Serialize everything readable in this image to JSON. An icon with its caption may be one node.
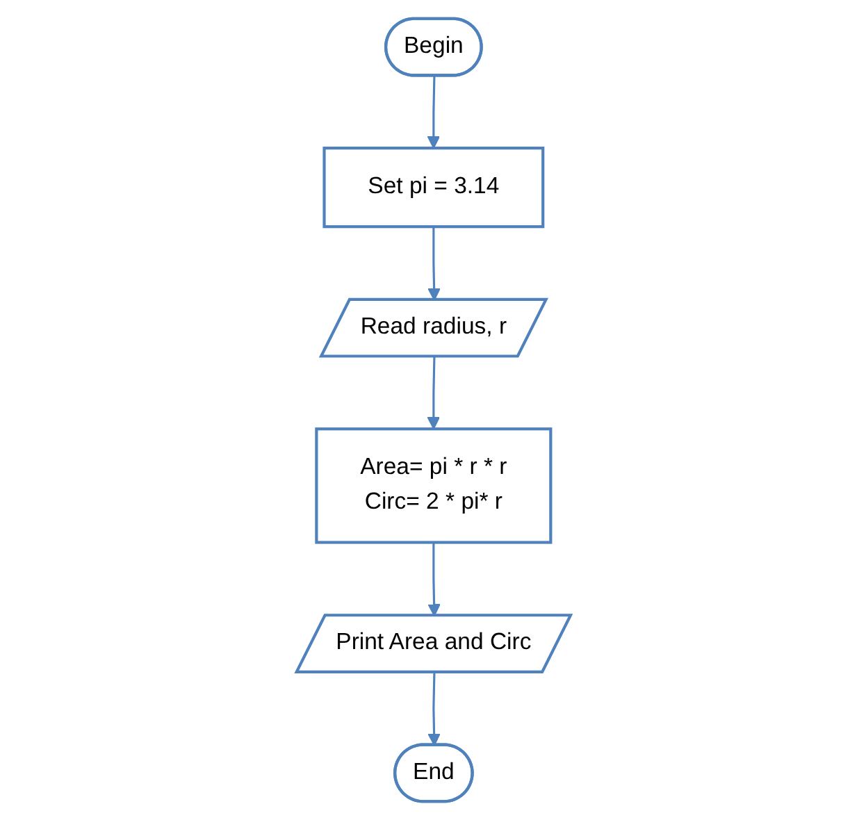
{
  "diagram": {
    "nodes": [
      {
        "text": [
          "Begin"
        ]
      },
      {
        "text": [
          "Set pi = 3.14"
        ]
      },
      {
        "text": [
          "Read radius, r"
        ]
      },
      {
        "text": [
          "Area= pi * r * r",
          "Circ= 2 * pi* r"
        ]
      },
      {
        "text": [
          "Print Area and Circ"
        ]
      },
      {
        "text": [
          "End"
        ]
      }
    ],
    "edges": [
      {
        "from": 0,
        "to": 1,
        "arrow": "to"
      },
      {
        "from": 1,
        "to": 2,
        "arrow": "to"
      },
      {
        "from": 2,
        "to": 3,
        "arrow": "to"
      },
      {
        "from": 3,
        "to": 4,
        "arrow": "to"
      },
      {
        "from": 4,
        "to": 5,
        "arrow": "to"
      }
    ]
  }
}
